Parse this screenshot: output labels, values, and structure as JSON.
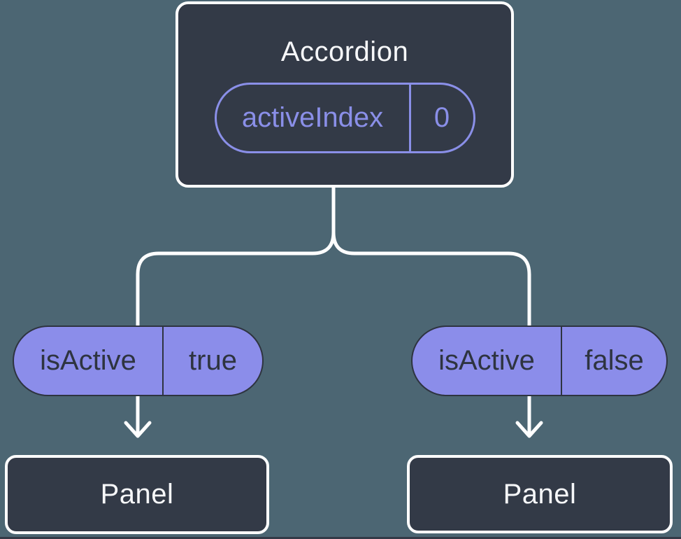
{
  "diagram": {
    "colors": {
      "background": "#4C6673",
      "node_fill": "#333A47",
      "node_border": "#FFFFFF",
      "pill_fill": "#8B8DEA",
      "accent_purple": "#8A8FE8",
      "dark_text": "#2E3440",
      "light_text": "#F6F7F9",
      "connector": "#FFFFFF"
    },
    "root": {
      "title": "Accordion",
      "prop_name": "activeIndex",
      "prop_value": "0"
    },
    "children": [
      {
        "prop_name": "isActive",
        "prop_value": "true",
        "node_label": "Panel"
      },
      {
        "prop_name": "isActive",
        "prop_value": "false",
        "node_label": "Panel"
      }
    ]
  }
}
